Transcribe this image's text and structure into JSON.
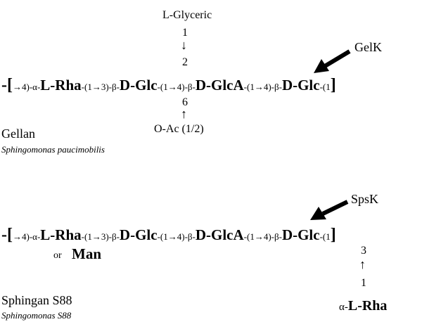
{
  "gellan": {
    "branch_top_label": "L-Glyceric",
    "pos_1": "1",
    "pos_2": "2",
    "pos_6": "6",
    "branch_bottom_label": "O-Ac (1/2)",
    "enzyme": "GelK",
    "chain": {
      "open": "-[",
      "l1": "→4)-α-",
      "u1": "L-Rha",
      "l2": "-(1→3)-β-",
      "u2": "D-Glc",
      "l3": "-(1→4)-β-",
      "u3": "D-GlcA",
      "l4": "-(1→4)-β-",
      "u4": "D-Glc",
      "l5": "-(1",
      "close": "]"
    },
    "name": "Gellan",
    "organism": "Sphingomonas paucimobilis"
  },
  "sphingan": {
    "enzyme": "SpsK",
    "chain": {
      "open": "-[",
      "l1": "→4)-α-",
      "u1": "L-Rha",
      "l2": "-(1→3)-β-",
      "u2": "D-Glc",
      "l3": "-(1→4)-β-",
      "u3": "D-GlcA",
      "l4": "-(1→4)-β-",
      "u4": "D-Glc",
      "l5": "-(1",
      "close": "]"
    },
    "or_text": "or",
    "alt_sugar": "Man",
    "pos_3": "3",
    "pos_1": "1",
    "branch_prefix": "α-",
    "branch_sugar": "L-Rha",
    "name": "Sphingan S88",
    "organism": "Sphingomonas S88"
  },
  "arrow_glyphs": {
    "down": "↓",
    "up": "↑"
  }
}
